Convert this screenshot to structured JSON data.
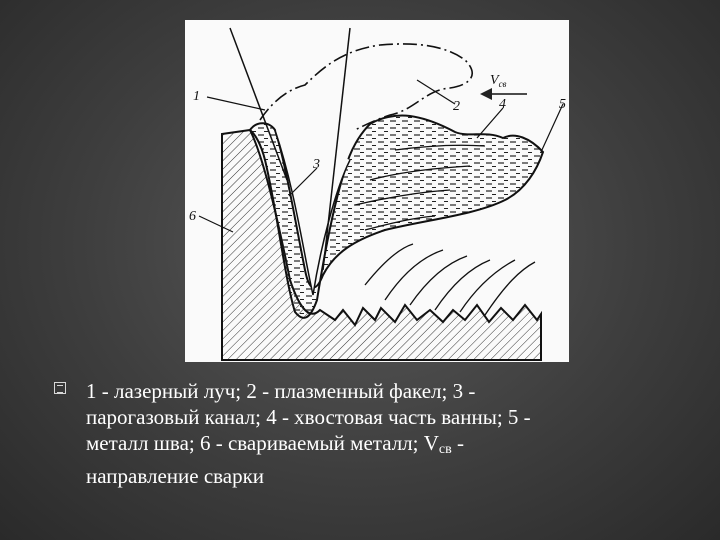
{
  "figure": {
    "labels": {
      "l1": "1",
      "l2": "2",
      "l3": "3",
      "l4": "4",
      "l5": "5",
      "l6": "6",
      "velocity": "V",
      "velocity_sub": "св"
    }
  },
  "caption": {
    "line1": "1 - лазерный луч; 2 - плазменный факел; 3 -",
    "line2": "парогазовый канал; 4 - хвостовая часть ванны; 5 -",
    "line3_prefix": "металл шва; 6 - свариваемый металл; V",
    "line3_sub": "св",
    "line3_suffix": " -",
    "line4": "направление сварки"
  }
}
